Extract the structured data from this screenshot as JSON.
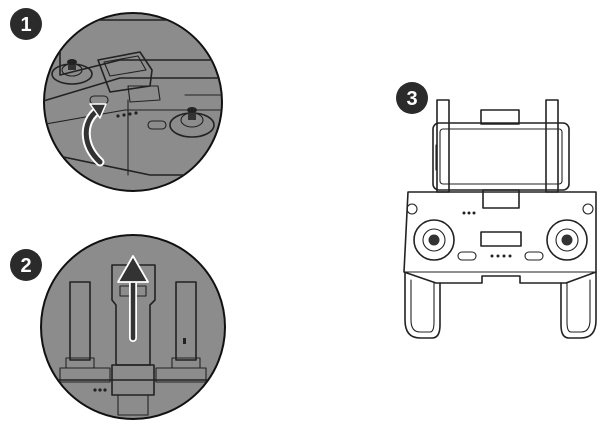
{
  "steps": [
    {
      "number": "1"
    },
    {
      "number": "2"
    },
    {
      "number": "3"
    }
  ],
  "colors": {
    "badge": "#2b2b2b",
    "circle_fill": "#8c8c8c",
    "device_body": "#c4c4c4",
    "line": "#222222",
    "background": "#ffffff"
  }
}
